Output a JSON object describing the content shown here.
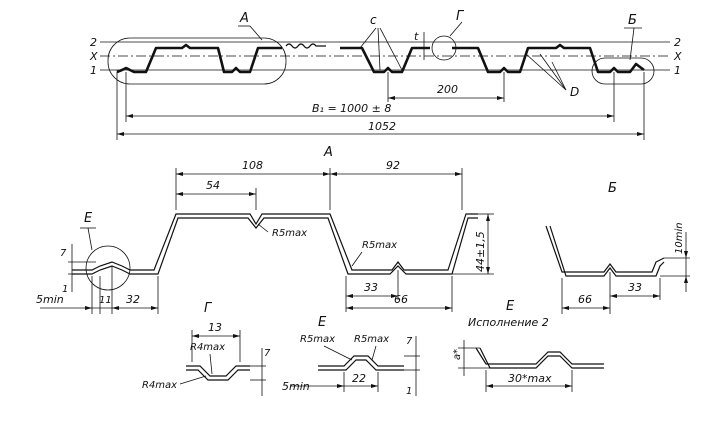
{
  "top_view": {
    "callout_A": "А",
    "callout_G": "Г",
    "callout_B": "Б",
    "callout_c": "с",
    "callout_D": "D",
    "line_2": "2",
    "line_X": "X",
    "line_1": "1",
    "dim_200": "200",
    "dim_B1": "B₁ = 1000 ± 8",
    "dim_1052": "1052",
    "dim_t": "t"
  },
  "view_A": {
    "title": "А",
    "callout_E": "Е",
    "dim_108": "108",
    "dim_54": "54",
    "dim_92": "92",
    "r5max_1": "R5max",
    "r5max_2": "R5max",
    "dim_44": "44±1,5",
    "dim_33": "33",
    "dim_66": "66",
    "dim_7": "7",
    "dim_1": "1",
    "dim_5min": "5min",
    "dim_11": "11",
    "dim_32": "32"
  },
  "view_B": {
    "title": "Б",
    "dim_10min": "10min",
    "dim_66": "66",
    "dim_33": "33"
  },
  "view_G": {
    "title": "Г",
    "dim_13": "13",
    "r4max_1": "R4max",
    "r4max_2": "R4max",
    "dim_7": "7"
  },
  "view_E": {
    "title": "Е",
    "r5max_1": "R5max",
    "r5max_2": "R5max",
    "dim_7": "7",
    "dim_1": "1",
    "dim_5min": "5min",
    "dim_22": "22"
  },
  "view_E2": {
    "title": "Е",
    "subtitle": "Исполнение 2",
    "dim_a": "а*",
    "dim_30": "30*max"
  }
}
